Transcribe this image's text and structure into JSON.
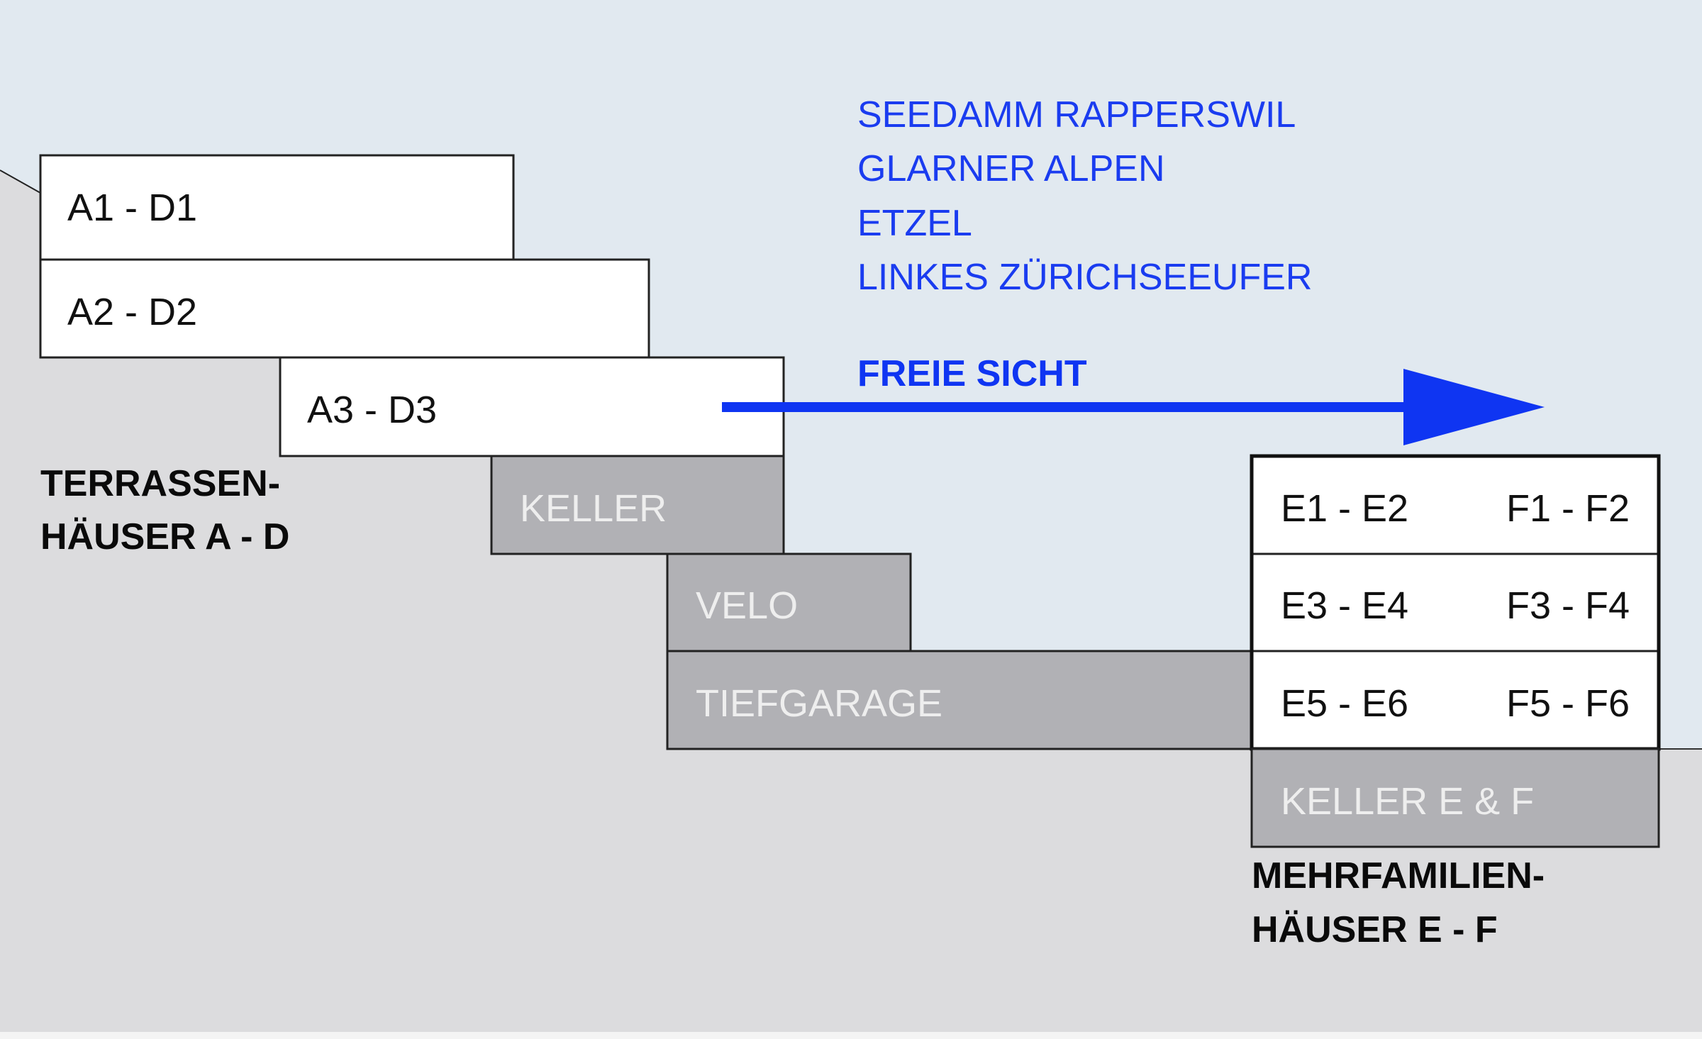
{
  "colors": {
    "sky": "#e1e9f0",
    "ground": "#dcdcde",
    "storage": "#b1b1b5",
    "accent": "#0f35f2"
  },
  "views": [
    "SEEDAMM RAPPERSWIL",
    "GLARNER ALPEN",
    "ETZEL",
    "LINKES ZÜRICHSEEUFER"
  ],
  "arrow_label": "FREIE SICHT",
  "terrace": {
    "units": [
      "A1 - D1",
      "A2 - D2",
      "A3 - D3"
    ],
    "keller": "KELLER",
    "velo": "VELO",
    "garage": "TIEFGARAGE",
    "title_line1": "TERRASSEN-",
    "title_line2": "HÄUSER A - D"
  },
  "multi": {
    "rows": [
      {
        "e": "E1 - E2",
        "f": "F1 - F2"
      },
      {
        "e": "E3 - E4",
        "f": "F3 - F4"
      },
      {
        "e": "E5 - E6",
        "f": "F5 - F6"
      }
    ],
    "keller": "KELLER E & F",
    "title_line1": "MEHRFAMILIEN-",
    "title_line2": "HÄUSER E - F"
  }
}
